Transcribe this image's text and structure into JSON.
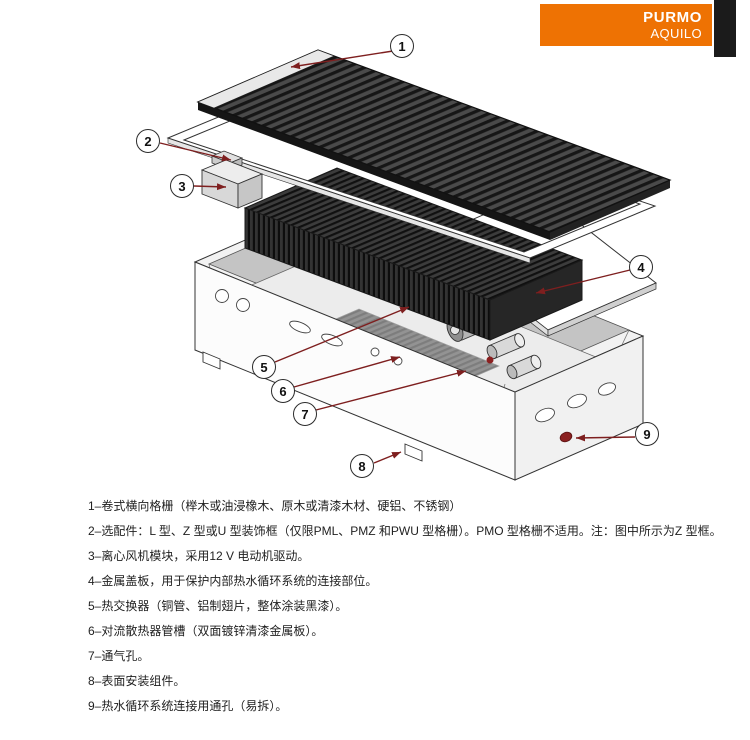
{
  "header": {
    "brand": "PURMO",
    "sub": "AQUILO"
  },
  "colors": {
    "brand_orange": "#EE7203",
    "callout_line": "#7E1F1F",
    "hole_red": "#8B2020"
  },
  "diagram": {
    "type": "exploded-view",
    "subject": "trench-convector",
    "callouts": [
      {
        "num": "1"
      },
      {
        "num": "2"
      },
      {
        "num": "3"
      },
      {
        "num": "4"
      },
      {
        "num": "5"
      },
      {
        "num": "6"
      },
      {
        "num": "7"
      },
      {
        "num": "8"
      },
      {
        "num": "9"
      }
    ]
  },
  "legend": {
    "items": [
      {
        "text": "1–卷式横向格栅（榉木或油浸橡木、原木或清漆木材、硬铝、不锈钢）"
      },
      {
        "text": "2–选配件：L 型、Z 型或U 型装饰框（仅限PML、PMZ 和PWU 型格栅）。PMO 型格栅不适用。注：图中所示为Z 型框。"
      },
      {
        "text": "3–离心风机模块，采用12 V 电动机驱动。"
      },
      {
        "text": "4–金属盖板，用于保护内部热水循环系统的连接部位。"
      },
      {
        "text": "5–热交换器（铜管、铝制翅片，整体涂装黑漆）。"
      },
      {
        "text": "6–对流散热器管槽（双面镀锌清漆金属板）。"
      },
      {
        "text": "7–通气孔。"
      },
      {
        "text": "8–表面安装组件。"
      },
      {
        "text": "9–热水循环系统连接用通孔（易拆）。"
      }
    ]
  }
}
